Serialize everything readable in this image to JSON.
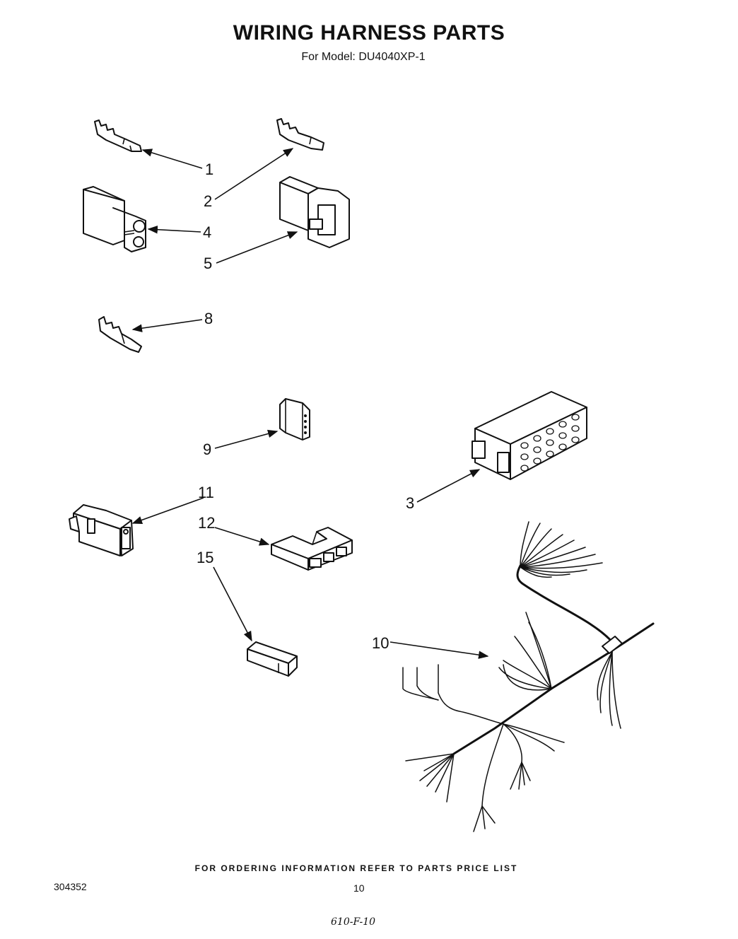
{
  "header": {
    "title": "WIRING HARNESS PARTS",
    "model_label": "For Model: DU4040XP-1"
  },
  "callouts": [
    "1",
    "2",
    "4",
    "5",
    "8",
    "9",
    "3",
    "11",
    "12",
    "15",
    "10"
  ],
  "footer": {
    "ordering_note": "FOR ORDERING INFORMATION REFER TO PARTS PRICE LIST",
    "doc_number": "304352",
    "page_number": "10",
    "handwritten_code": "610-F-10"
  }
}
